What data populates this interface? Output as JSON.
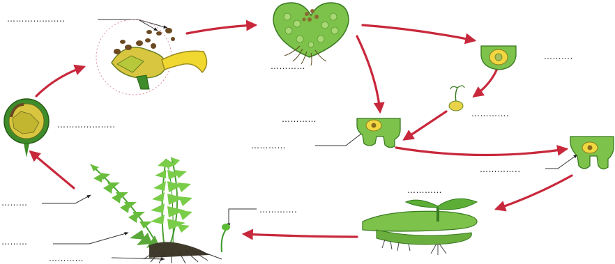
{
  "diagram": {
    "blanks": [
      {
        "id": "spores",
        "text": "……………….."
      },
      {
        "id": "gametophyte-heart",
        "text": "…………"
      },
      {
        "id": "archegonium-top",
        "text": "………."
      },
      {
        "id": "sporangium",
        "text": "……………….."
      },
      {
        "id": "sperm",
        "text": "…………."
      },
      {
        "id": "egg-cell",
        "text": "…………"
      },
      {
        "id": "archegonium-mid",
        "text": "…………"
      },
      {
        "id": "zygote-archegonium",
        "text": "………….."
      },
      {
        "id": "young-sporophyte",
        "text": "…………"
      },
      {
        "id": "sporophyte-frond",
        "text": "………"
      },
      {
        "id": "sori",
        "text": "………"
      },
      {
        "id": "rhizome",
        "text": "…………"
      },
      {
        "id": "sprout",
        "text": "…………."
      }
    ]
  }
}
